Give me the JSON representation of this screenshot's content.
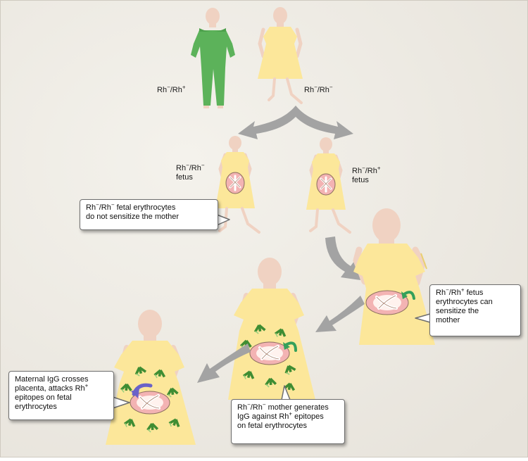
{
  "labels": {
    "father": {
      "base": "Rh",
      "s1": "−",
      "mid": "/Rh",
      "s2": "+"
    },
    "mother": {
      "base": "Rh",
      "s1": "−",
      "mid": "/Rh",
      "s2": "−"
    },
    "fetus_left": {
      "base": "Rh",
      "s1": "−",
      "mid": "/Rh",
      "s2": "−",
      "line2": "fetus"
    },
    "fetus_right": {
      "base": "Rh",
      "s1": "−",
      "mid": "/Rh",
      "s2": "+",
      "line2": "fetus"
    }
  },
  "callouts": {
    "no_sensitize": {
      "l1a": "Rh",
      "l1s1": "−",
      "l1b": "/Rh",
      "l1s2": "−",
      "l1c": " fetal  erythrocytes",
      "l2": "do not sensitize the mother"
    },
    "can_sensitize": {
      "l1a": "Rh",
      "l1s1": "−",
      "l1b": "/Rh",
      "l1s2": "+",
      "l1c": " fetus",
      "l2": "erythrocytes can",
      "l3": "sensitize the",
      "l4": "mother"
    },
    "generates": {
      "l1a": "Rh",
      "l1s1": "−",
      "l1b": "/Rh",
      "l1s2": "−",
      "l1c": " mother generates",
      "l2a": "IgG against Rh",
      "l2s": "+",
      "l2b": " epitopes",
      "l3": "on fetal erythrocytes"
    },
    "crosses": {
      "l1": "Maternal IgG crosses",
      "l2a": "placenta, attacks Rh",
      "l2s": "+",
      "l3": "epitopes on fetal",
      "l4": "erythrocytes"
    }
  },
  "colors": {
    "background": "#f2efe9",
    "father_green": "#5cb25a",
    "dress_yellow": "#fce79a",
    "skin": "#f0d2c2",
    "arrow_gray": "#a3a3a3",
    "antibody_green": "#3f8d33",
    "placenta_pink": "#f3b3b3",
    "curl_green": "#34a05a",
    "curl_blue": "#6a62c8"
  }
}
